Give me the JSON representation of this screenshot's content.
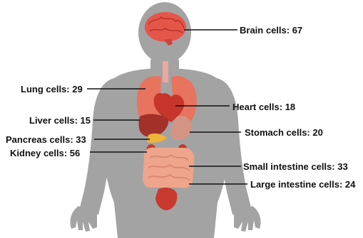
{
  "labels": {
    "brain": "Brain cells: 67",
    "lung": "Lung cells: 29",
    "heart": "Heart cells: 18",
    "liver": "Liver cells: 15",
    "stomach": "Stomach cells: 20",
    "pancreas": "Pancreas cells: 33",
    "kidney": "Kidney cells: 56",
    "small_intestine": "Small intestine cells: 33",
    "large_intestine": "Large intestine cells: 24"
  },
  "colors": {
    "silhouette": "#9e9e9e",
    "organ_red": "#e85e4f",
    "organ_dark_red": "#b8322a",
    "liver": "#a8322a",
    "stomach": "#d69a87",
    "pancreas": "#f1b73a",
    "kidney": "#c0392b",
    "intestine": "#f0a98f",
    "leader_line": "#111111"
  }
}
